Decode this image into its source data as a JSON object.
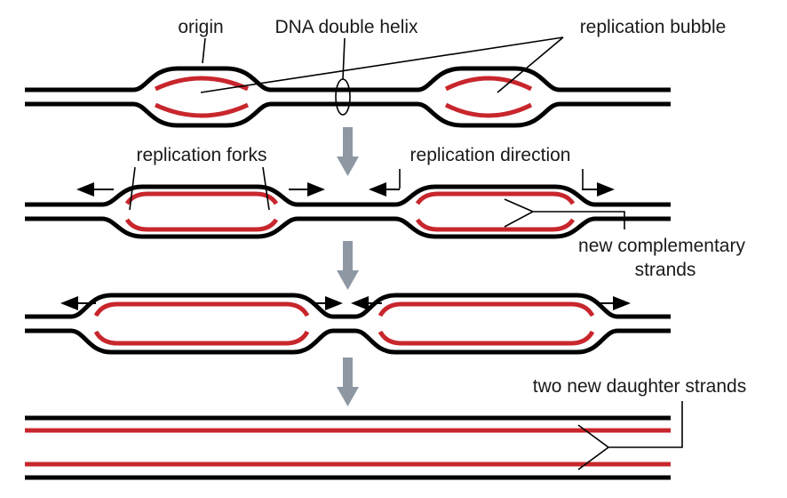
{
  "labels": {
    "origin": "origin",
    "dna_double_helix": "DNA double helix",
    "replication_bubble": "replication bubble",
    "replication_forks": "replication forks",
    "replication_direction": "replication direction",
    "new_complementary_strands_1": "new complementary",
    "new_complementary_strands_2": "strands",
    "two_new_daughter_strands": "two new daughter strands"
  },
  "colors": {
    "parent_strand": "#000000",
    "new_strand": "#c8262d",
    "step_arrow": "#8d98a3"
  }
}
